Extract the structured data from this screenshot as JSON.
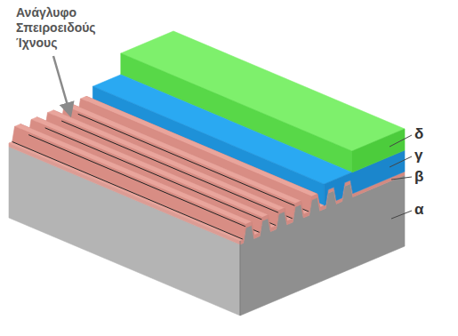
{
  "diagram": {
    "labels": [
      "Ανάγλυφο Σπειροειδούς Ίχνους",
      "δ",
      "γ",
      "β",
      "α"
    ]
  }
}
